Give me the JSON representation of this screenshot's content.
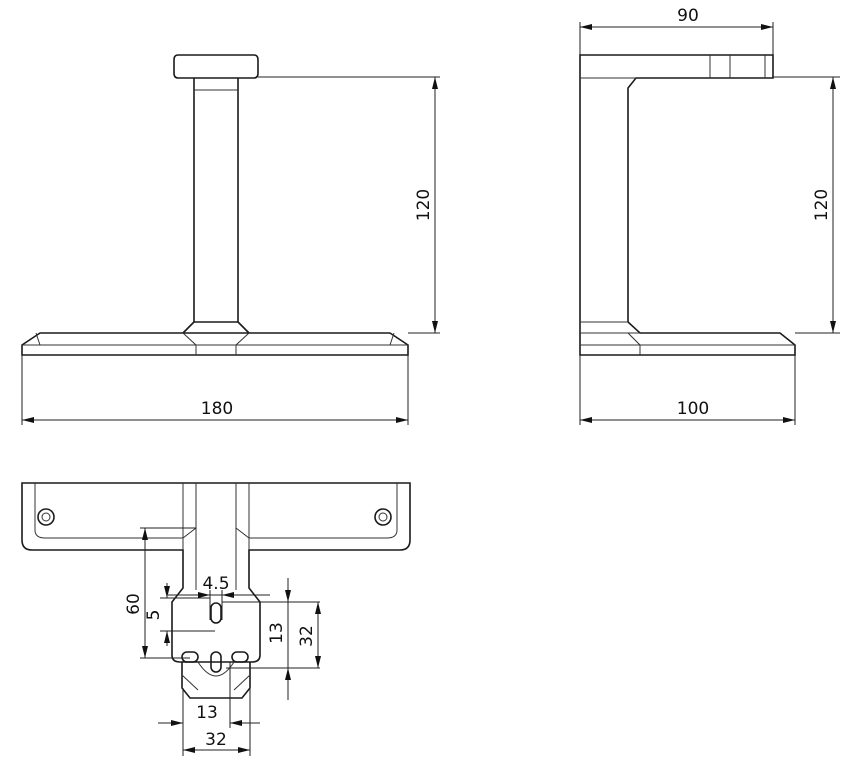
{
  "drawing": {
    "front_view": {
      "height_dim": "120",
      "width_dim": "180"
    },
    "side_view": {
      "top_dim": "90",
      "height_dim": "120",
      "width_dim": "100"
    },
    "bottom_view": {
      "offset_dim": "60",
      "slot_length_dim": "5",
      "slot_width_dim": "4.5",
      "hole_spacing_v_dim": "13",
      "flange_height_dim": "32",
      "hole_spacing_h_dim": "13",
      "flange_width_dim": "32"
    }
  }
}
